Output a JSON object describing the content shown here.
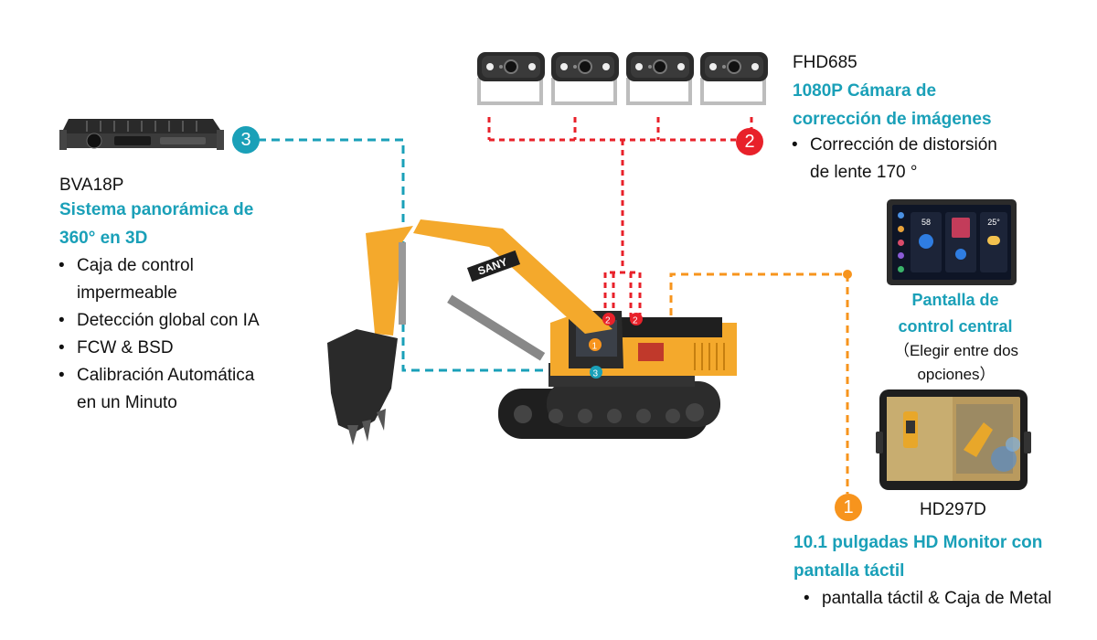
{
  "colors": {
    "teal": "#1aa0b8",
    "red": "#e8212a",
    "orange": "#f7941d",
    "excavator": "#f4a92c"
  },
  "bva18p": {
    "badge": "3",
    "model": "BVA18P",
    "title_line1": "Sistema panorámica de",
    "title_line2": "360° en 3D",
    "features": [
      "Caja de control",
      "impermeable",
      "Detección global con IA",
      "FCW & BSD",
      "Calibración Automática",
      "en un Minuto"
    ]
  },
  "fhd685": {
    "badge": "2",
    "model": "FHD685",
    "title_line1": "1080P Cámara de",
    "title_line2": "corrección de imágenes",
    "feature_line1": "Corrección de distorsión",
    "feature_line2": "de lente 170 °"
  },
  "central": {
    "title_line1": "Pantalla de",
    "title_line2": "control central",
    "note_line1": "（Elegir entre dos",
    "note_line2": "opciones）",
    "screen": {
      "temp1": "58",
      "temp2": "25°"
    }
  },
  "hd297d": {
    "badge": "1",
    "model": "HD297D",
    "title_line1": "10.1 pulgadas HD Monitor con",
    "title_line2": "pantalla táctil",
    "feature": "pantalla táctil & Caja de Metal"
  },
  "excavator": {
    "brand": "SANY",
    "badges": [
      "2",
      "2",
      "1",
      "3"
    ]
  }
}
